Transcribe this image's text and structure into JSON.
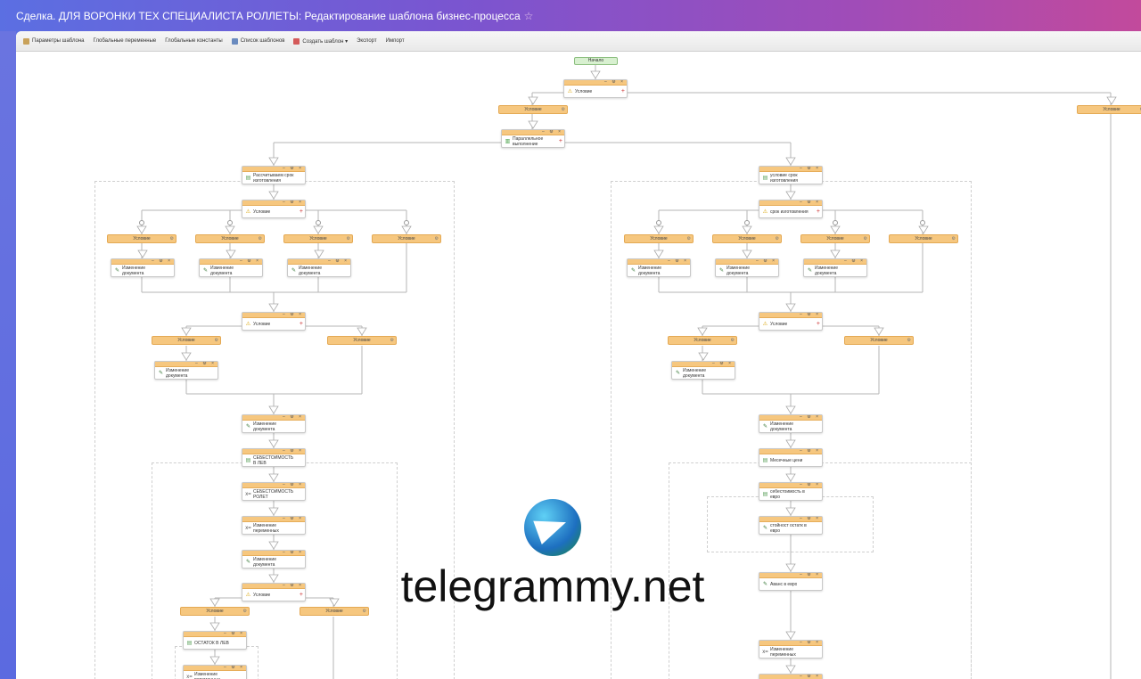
{
  "title": "Сделка. ДЛЯ ВОРОНКИ ТЕХ СПЕЦИАЛИСТА РОЛЛЕТЫ: Редактирование шаблона бизнес-процесса",
  "toolbar": [
    {
      "label": "Параметры шаблона",
      "icon": "settings-icon"
    },
    {
      "label": "Глобальные переменные",
      "icon": ""
    },
    {
      "label": "Глобальные константы",
      "icon": ""
    },
    {
      "label": "Список шаблонов",
      "icon": "list-icon"
    },
    {
      "label": "Создать шаблон ▾",
      "icon": "create-icon"
    },
    {
      "label": "Экспорт",
      "icon": ""
    },
    {
      "label": "Импорт",
      "icon": ""
    }
  ],
  "start_label": "Начало",
  "blocks": [
    {
      "type": "act",
      "label": "Условие",
      "icon": "condition"
    },
    {
      "type": "br",
      "label": "Условие"
    },
    {
      "type": "br",
      "label": "Условие"
    },
    {
      "type": "act",
      "label": "Параллельное выполнение",
      "icon": "parallel"
    },
    {
      "type": "act",
      "label": "Рассчитываем срок изготовления деталей",
      "icon": "code"
    },
    {
      "type": "act",
      "label": "условие срок изготовления",
      "icon": "code"
    },
    {
      "type": "act",
      "label": "Условие",
      "icon": "condition"
    },
    {
      "type": "act",
      "label": "срок изготовления",
      "icon": "condition"
    },
    {
      "type": "br",
      "label": "Условие"
    },
    {
      "type": "br",
      "label": "Условие"
    },
    {
      "type": "br",
      "label": "Условие"
    },
    {
      "type": "br",
      "label": "Условие"
    },
    {
      "type": "br",
      "label": "Условие"
    },
    {
      "type": "br",
      "label": "Условие"
    },
    {
      "type": "br",
      "label": "Условие"
    },
    {
      "type": "br",
      "label": "Условие"
    },
    {
      "type": "act",
      "label": "Изменение документа",
      "icon": "edit"
    },
    {
      "type": "act",
      "label": "Изменение документа",
      "icon": "edit"
    },
    {
      "type": "act",
      "label": "Изменение документа",
      "icon": "edit"
    },
    {
      "type": "act",
      "label": "Изменение документа",
      "icon": "edit"
    },
    {
      "type": "act",
      "label": "Изменение документа",
      "icon": "edit"
    },
    {
      "type": "act",
      "label": "Изменение документа",
      "icon": "edit"
    },
    {
      "type": "act",
      "label": "Условие",
      "icon": "condition"
    },
    {
      "type": "act",
      "label": "Условие",
      "icon": "condition"
    },
    {
      "type": "br",
      "label": "Условие"
    },
    {
      "type": "br",
      "label": "Условие"
    },
    {
      "type": "br",
      "label": "Условие"
    },
    {
      "type": "br",
      "label": "Условие"
    },
    {
      "type": "act",
      "label": "Изменение документа",
      "icon": "edit"
    },
    {
      "type": "act",
      "label": "Изменение документа",
      "icon": "edit"
    },
    {
      "type": "act",
      "label": "Изменение документа",
      "icon": "edit"
    },
    {
      "type": "act",
      "label": "Изменение документа",
      "icon": "edit"
    },
    {
      "type": "act",
      "label": "СЕБЕСТОИМОСТЬ В ЛЕВ",
      "icon": "code"
    },
    {
      "type": "act",
      "label": "Месечные цени",
      "icon": "code"
    },
    {
      "type": "act",
      "label": "СЕБЕСТОИМОСТЬ РОЛЕТ",
      "icon": "var"
    },
    {
      "type": "act",
      "label": "себестоимость в евро",
      "icon": "code"
    },
    {
      "type": "act",
      "label": "Изменение переменных",
      "icon": "var"
    },
    {
      "type": "act",
      "label": "стойност остатк в евро",
      "icon": "edit"
    },
    {
      "type": "act",
      "label": "Изменение документа",
      "icon": "edit"
    },
    {
      "type": "act",
      "label": "Аванс в евро",
      "icon": "edit"
    },
    {
      "type": "act",
      "label": "Условие",
      "icon": "condition"
    },
    {
      "type": "br",
      "label": "Условие"
    },
    {
      "type": "br",
      "label": "Условие"
    },
    {
      "type": "act",
      "label": "ОСТАТОК В ЛЕВ",
      "icon": "code"
    },
    {
      "type": "act",
      "label": "Изменение переменных",
      "icon": "var"
    },
    {
      "type": "act",
      "label": "Изменение переменных",
      "icon": "var"
    },
    {
      "type": "act",
      "label": "",
      "icon": "edit"
    }
  ],
  "watermark": "telegrammy.net"
}
